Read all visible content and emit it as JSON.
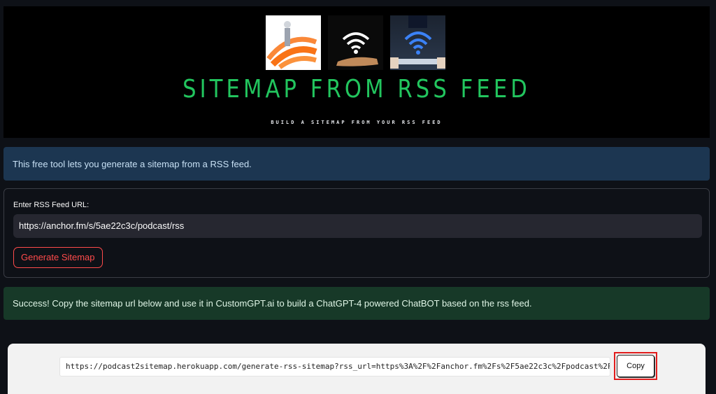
{
  "banner": {
    "title": "SITEMAP FROM RSS FEED",
    "subtitle": "BUILD A SITEMAP FROM YOUR RSS FEED",
    "accent_color": "#22c55e"
  },
  "info": {
    "text": "This free tool lets you generate a sitemap from a RSS feed."
  },
  "form": {
    "label": "Enter RSS Feed URL:",
    "url_value": "https://anchor.fm/s/5ae22c3c/podcast/rss",
    "generate_label": "Generate Sitemap"
  },
  "success": {
    "text": "Success! Copy the sitemap url below and use it in CustomGPT.ai to build a ChatGPT-4 powered ChatBOT based on the rss feed."
  },
  "copy_panel": {
    "sitemap_url": "https://podcast2sitemap.herokuapp.com/generate-rss-sitemap?rss_url=https%3A%2F%2Fanchor.fm%2Fs%2F5ae22c3c%2Fpodcast%2F",
    "copy_label": "Copy",
    "highlight_color": "#e11d1d"
  }
}
